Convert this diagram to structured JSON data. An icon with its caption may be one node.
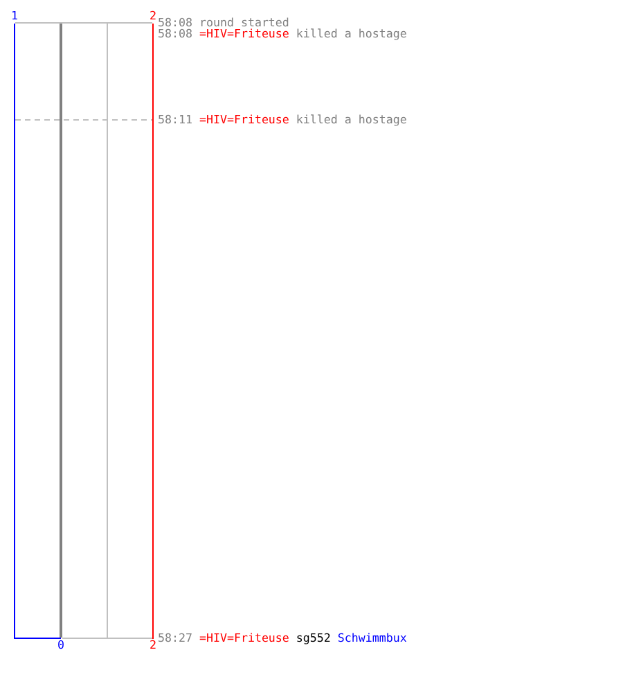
{
  "diagram": {
    "labels": [
      "1",
      "2",
      "58:08",
      "round started",
      "58:08",
      "=HIV=Friteuse",
      "killed a hostage",
      "58:11",
      "=HIV=Friteuse",
      "killed a hostage",
      "0",
      "2",
      "58:27",
      "=HIV=Friteuse",
      "sg552",
      "Schwimmbux"
    ]
  }
}
